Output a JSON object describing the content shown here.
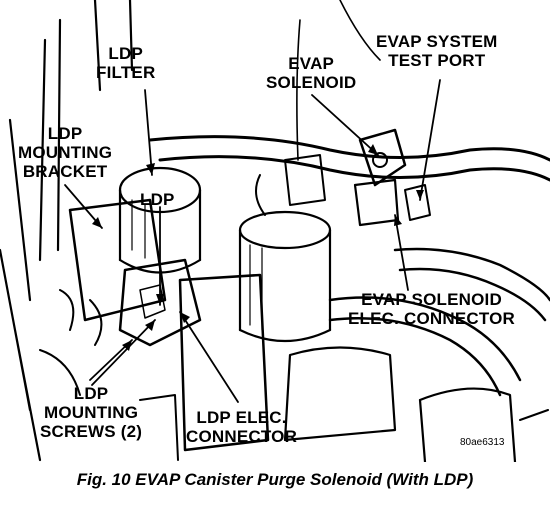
{
  "callouts": {
    "ldp_filter": [
      "LDP",
      "FILTER"
    ],
    "evap_solenoid": [
      "EVAP",
      "SOLENOID"
    ],
    "evap_test_port": [
      "EVAP SYSTEM",
      "TEST PORT"
    ],
    "ldp_bracket": [
      "LDP",
      "MOUNTING",
      "BRACKET"
    ],
    "ldp": [
      "LDP"
    ],
    "evap_elec_connector": [
      "EVAP SOLENOID",
      "ELEC. CONNECTOR"
    ],
    "ldp_screws": [
      "LDP",
      "MOUNTING",
      "SCREWS (2)"
    ],
    "ldp_elec_connector": [
      "LDP ELEC.",
      "CONNECTOR"
    ]
  },
  "figure_code": "80ae6313",
  "caption": "Fig. 10 EVAP Canister Purge Solenoid (With LDP)",
  "colors": {
    "ink": "#000000",
    "paper": "#ffffff"
  }
}
